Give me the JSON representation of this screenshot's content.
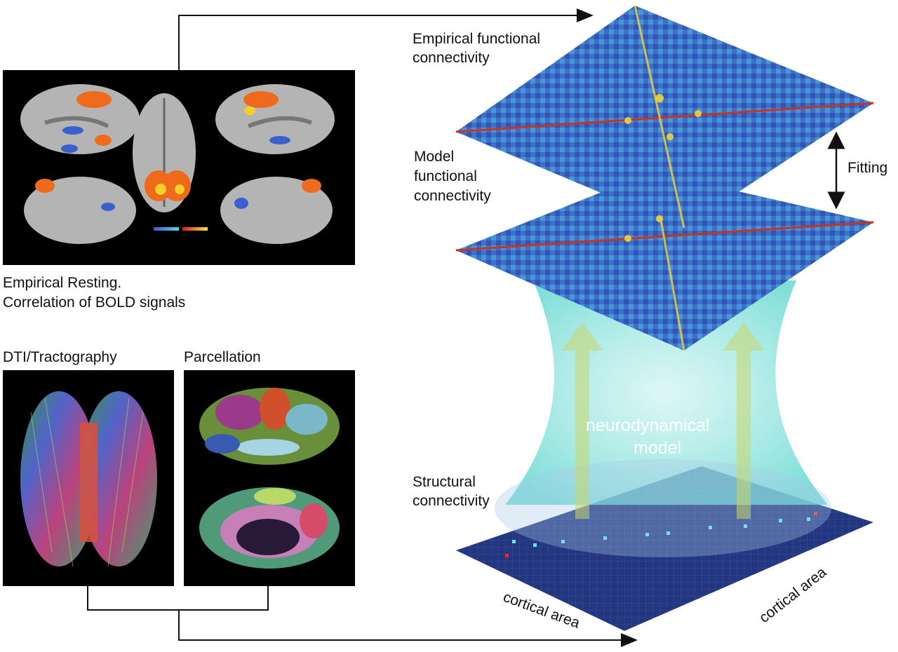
{
  "labels": {
    "empirical_fc_line1": "Empirical functional",
    "empirical_fc_line2": "connectivity",
    "model_fc_line1": "Model",
    "model_fc_line2": "functional",
    "model_fc_line3": "connectivity",
    "fitting": "Fitting",
    "resting_line1": "Empirical Resting.",
    "resting_line2": "Correlation of BOLD signals",
    "dti": "DTI/Tractography",
    "parcellation": "Parcellation",
    "neuro_line1": "neurodynamical",
    "neuro_line2": "model",
    "structural_line1": "Structural",
    "structural_line2": "connectivity",
    "cortical_area_left": "cortical area",
    "cortical_area_right": "cortical area"
  },
  "colors": {
    "fc_matrix_base": "#3b63c4",
    "fc_matrix_hot": "#f2d23a",
    "fc_diagonal": "#d23a1e",
    "sc_matrix_base": "#23367f",
    "funnel": "#7fe3e0",
    "brain_surface": "#b4b4b4",
    "activation_warm": "#f06a1c",
    "activation_cool": "#3c5fcf",
    "arrow_green": "#c9d76a"
  },
  "icons": [
    "brain-surface-views",
    "tractography-image",
    "parcellation-image",
    "connectivity-matrix"
  ]
}
